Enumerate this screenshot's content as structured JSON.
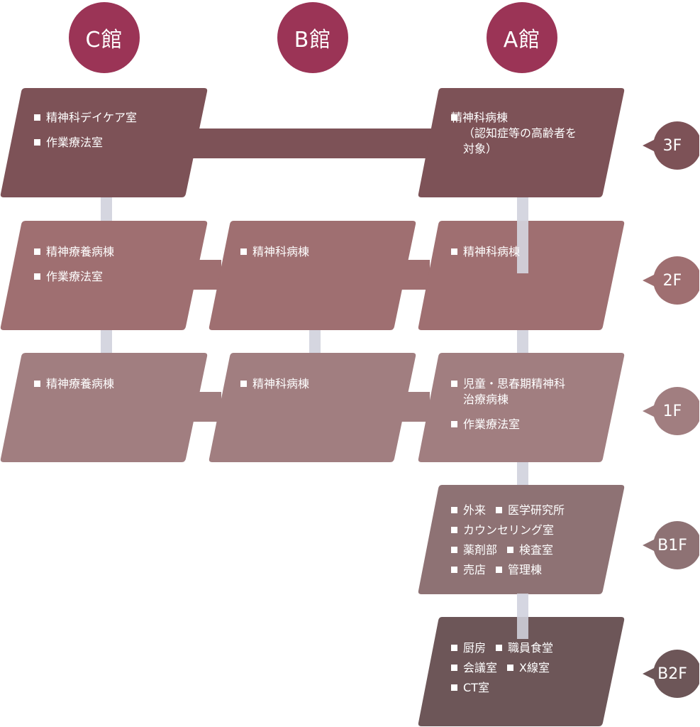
{
  "buildings": [
    {
      "label": "C館"
    },
    {
      "label": "B館"
    },
    {
      "label": "A館"
    }
  ],
  "floors": [
    "3F",
    "2F",
    "1F",
    "B1F",
    "B2F"
  ],
  "colors": {
    "building_circle": "#9b3456",
    "floor_3F": "#7d5257",
    "floor_2F": "#9f6f71",
    "floor_1F": "#a17e80",
    "floor_B1F": "#8e7274",
    "floor_B2F": "#6d5658",
    "connector": "#d5d6e0"
  },
  "rooms": {
    "f3": {
      "C": [
        "精神科デイケア室",
        "作業療法室"
      ],
      "A": [
        "精神科病棟\n（認知症等の高齢者を\n対象）"
      ]
    },
    "f2": {
      "C": [
        "精神療養病棟",
        "作業療法室"
      ],
      "B": [
        "精神科病棟"
      ],
      "A": [
        "精神科病棟"
      ]
    },
    "f1": {
      "C": [
        "精神療養病棟"
      ],
      "B": [
        "精神科病棟"
      ],
      "A": [
        "児童・思春期精神科\n治療病棟",
        "作業療法室"
      ]
    },
    "b1": {
      "A": [
        [
          "外来",
          "医学研究所"
        ],
        [
          "カウンセリング室"
        ],
        [
          "薬剤部",
          "検査室"
        ],
        [
          "売店",
          "管理棟"
        ]
      ]
    },
    "b2": {
      "A": [
        [
          "厨房",
          "職員食堂"
        ],
        [
          "会議室",
          "X線室"
        ],
        [
          "CT室"
        ]
      ]
    }
  }
}
